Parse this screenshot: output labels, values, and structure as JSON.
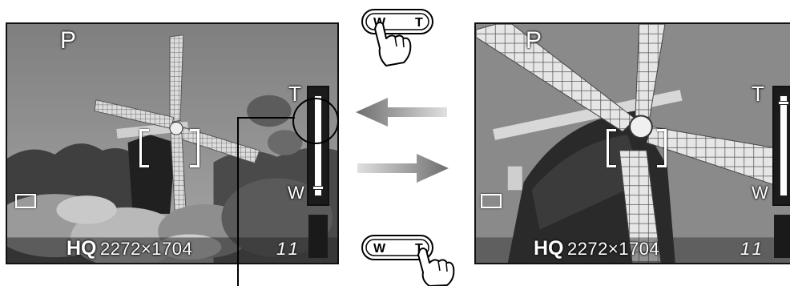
{
  "zoom_button": {
    "wide_label": "W",
    "tele_label": "T"
  },
  "screens": [
    {
      "id": "wide",
      "mode": "P",
      "zoom_tele_label": "T",
      "zoom_wide_label": "W",
      "quality": "HQ",
      "resolution": "2272×1704",
      "shots_remaining": "11",
      "zoom_level": 0.08
    },
    {
      "id": "tele",
      "mode": "P",
      "zoom_tele_label": "T",
      "zoom_wide_label": "W",
      "quality": "HQ",
      "resolution": "2272×1704",
      "shots_remaining": "11",
      "zoom_level": 0.92
    }
  ],
  "colors": {
    "sky": "#8c8c8c",
    "bar": "#1b1b1b",
    "arrow": "#808080",
    "overlay_text": "#ffffff"
  },
  "icons": {
    "battery": "battery-icon",
    "af_target": "af-target-icon",
    "finger": "finger-press-icon"
  }
}
